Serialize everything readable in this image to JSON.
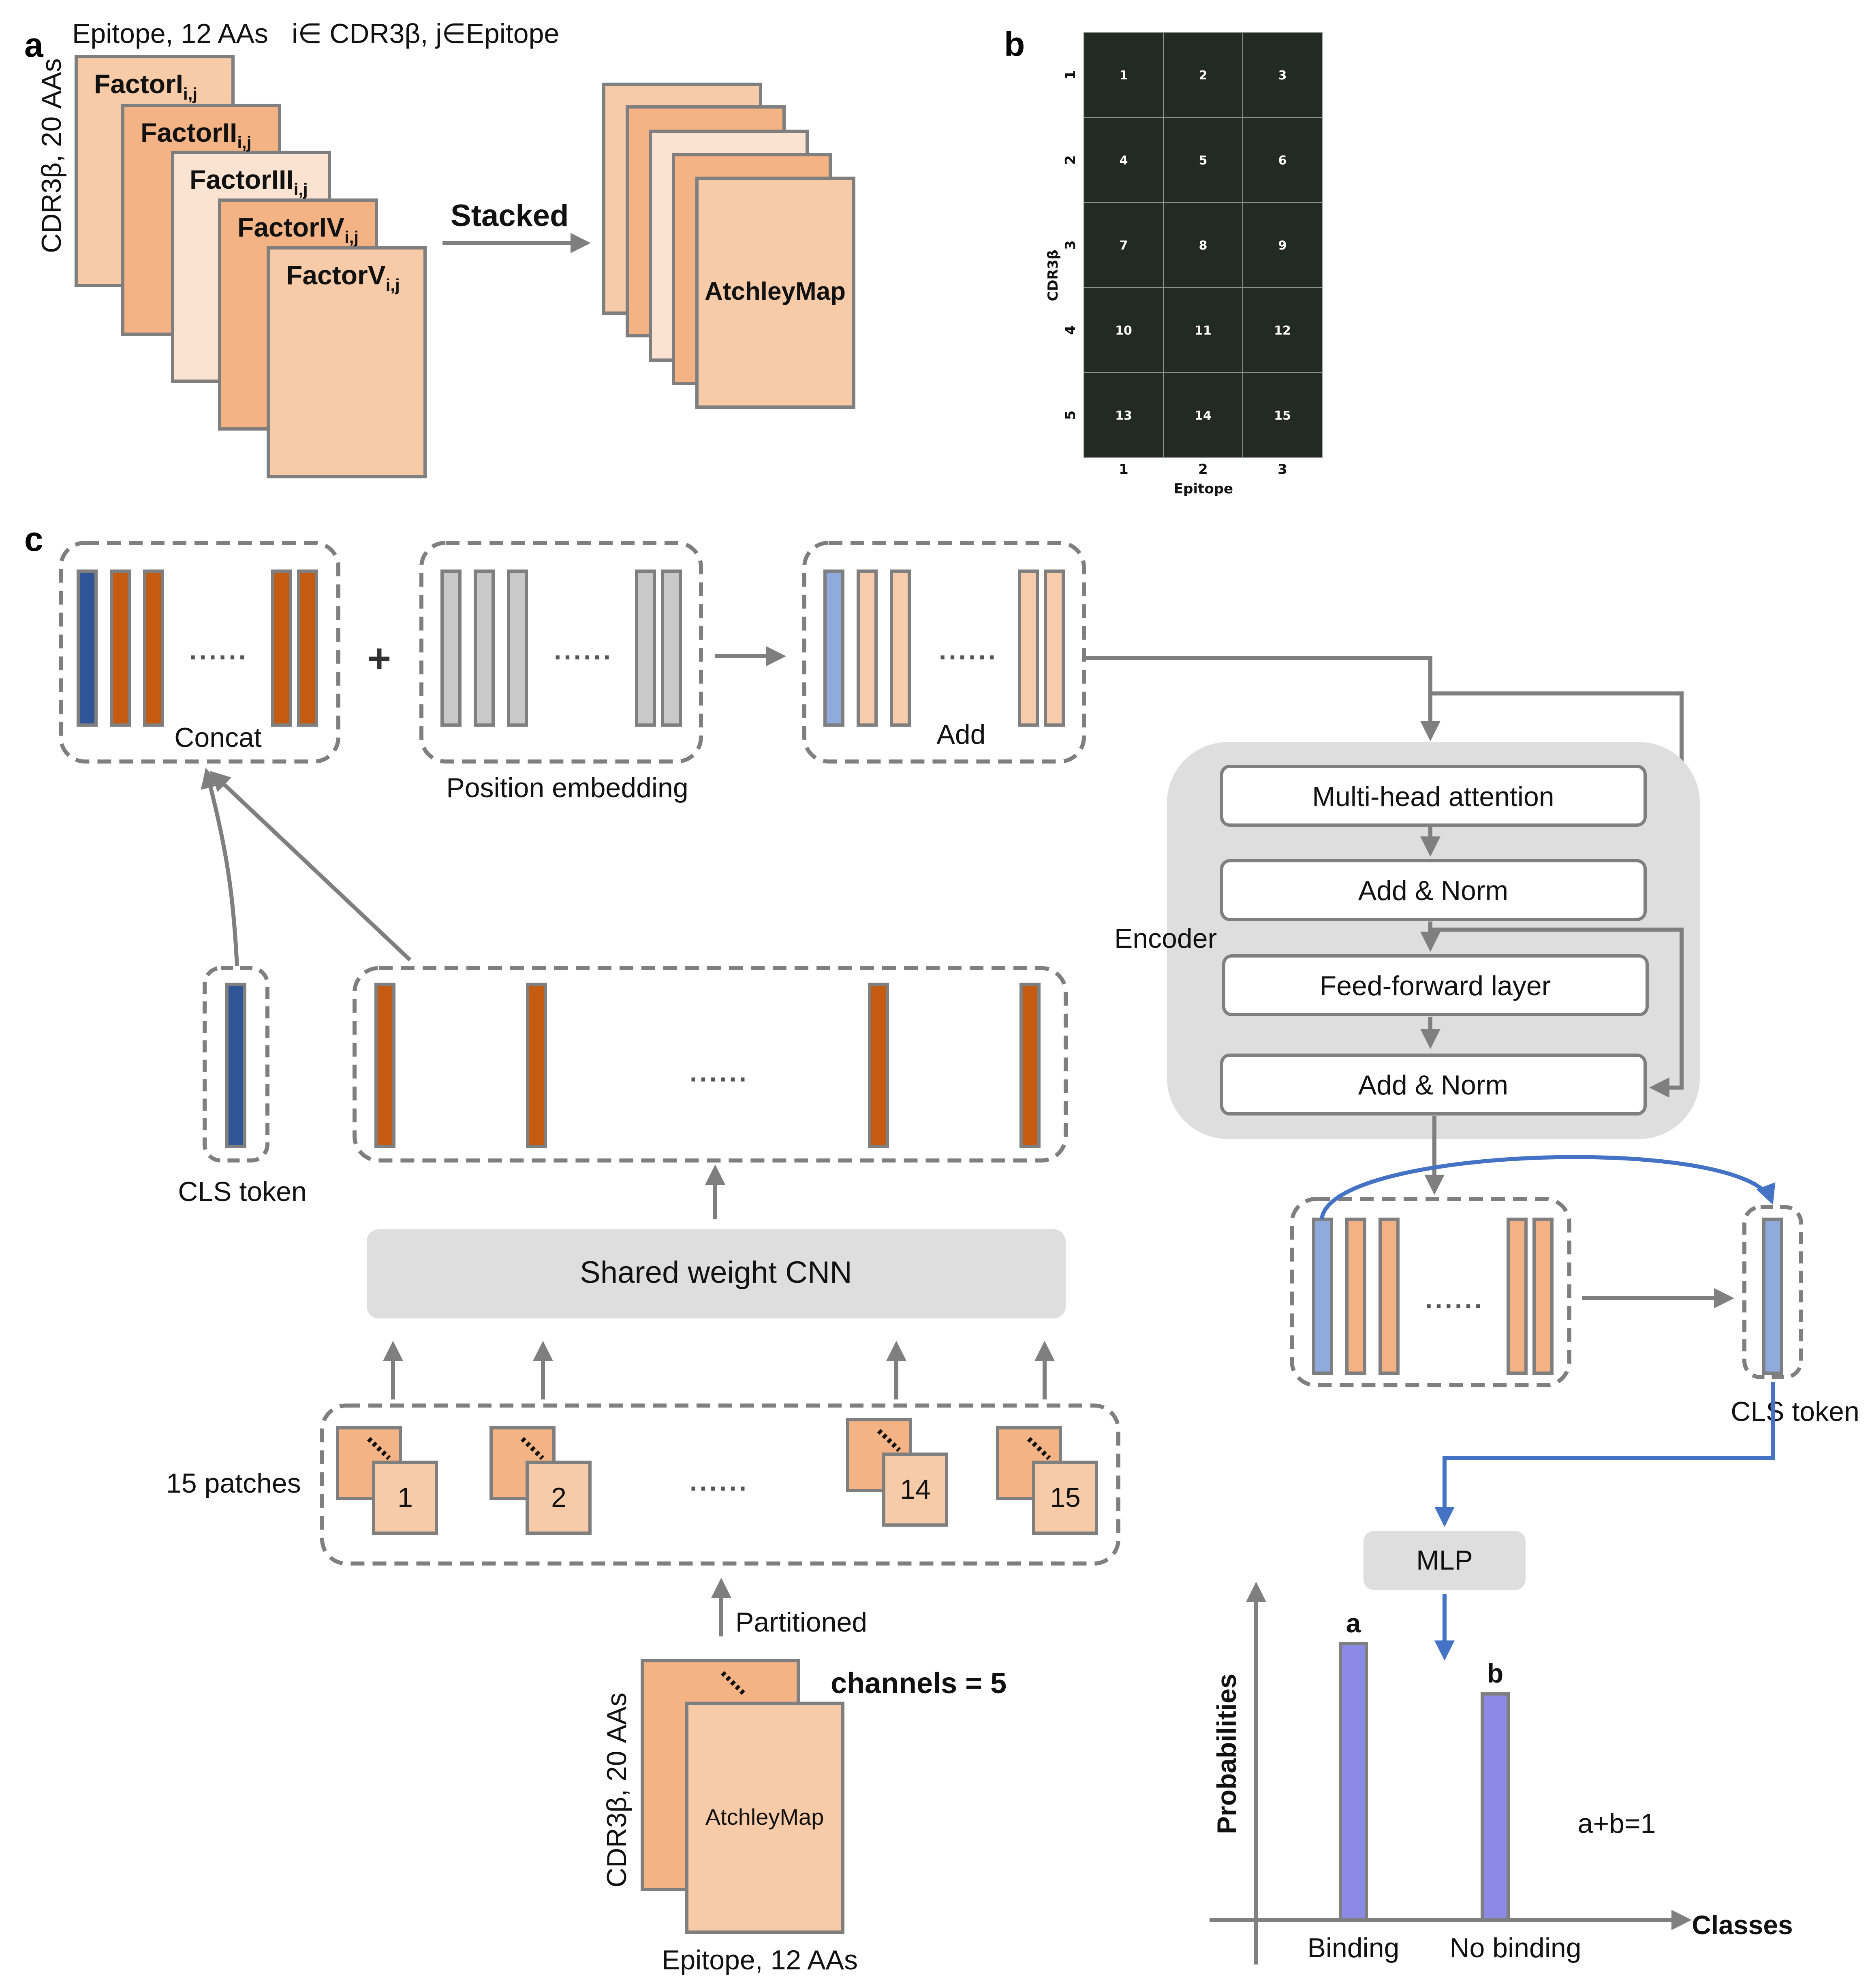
{
  "panels": {
    "a": "a",
    "b": "b",
    "c": "c"
  },
  "panel_a": {
    "top_label_epitope": "Epitope, 12 AAs",
    "top_label_index": "i∈ CDR3β, j∈Epitope",
    "side_label": "CDR3β, 20 AAs",
    "factors": [
      {
        "name": "FactorI",
        "sub": "i,j"
      },
      {
        "name": "FactorII",
        "sub": "i,j"
      },
      {
        "name": "FactorIII",
        "sub": "i,j"
      },
      {
        "name": "FactorIV",
        "sub": "i,j"
      },
      {
        "name": "FactorV",
        "sub": "i,j"
      }
    ],
    "arrow_label": "Stacked",
    "result_label": "AtchleyMap"
  },
  "panel_b": {
    "ylabel": "CDR3β",
    "xlabel": "Epitope",
    "x_ticks": [
      "1",
      "2",
      "3"
    ],
    "y_ticks": [
      "1",
      "2",
      "3",
      "4",
      "5"
    ],
    "cells": [
      "1",
      "2",
      "3",
      "4",
      "5",
      "6",
      "7",
      "8",
      "9",
      "10",
      "11",
      "12",
      "13",
      "14",
      "15"
    ],
    "cell_color": "#232a26"
  },
  "panel_c": {
    "concat_label": "Concat",
    "plus": "+",
    "pos_emb_label": "Position embedding",
    "add_label": "Add",
    "dots": "......",
    "encoder": {
      "label": "Encoder",
      "blocks": [
        "Multi-head attention",
        "Add & Norm",
        "Feed-forward layer",
        "Add & Norm"
      ]
    },
    "cls_token_left": "CLS token",
    "cls_token_right": "CLS token",
    "cnn_label": "Shared weight CNN",
    "patches_label": "15 patches",
    "patch_numbers": [
      "1",
      "2",
      "14",
      "15"
    ],
    "partitioned_label": "Partitioned",
    "channels_label": "channels =  5",
    "input_map_label": "AtchleyMap",
    "input_side_label": "CDR3β, 20 AAs",
    "input_bottom_label": "Epitope, 12 AAs",
    "mlp_label": "MLP",
    "prob_chart": {
      "ylabel": "Probabilities",
      "xlabel": "Classes",
      "bars": [
        {
          "category": "Binding",
          "label": "a",
          "value": 0.55
        },
        {
          "category": "No binding",
          "label": "b",
          "value": 0.45
        }
      ],
      "note": "a+b=1"
    }
  },
  "colors": {
    "orange_dark": "#f3b384",
    "orange_light": "#f8cba8",
    "orange_pale": "#fbe3d2",
    "token_orange": "#c55a11",
    "token_blue": "#2f5597",
    "token_light_blue": "#8faadc",
    "token_light_orange": "#f8cbad",
    "token_med_orange": "#f4b183",
    "gray_token": "#c9c9c9",
    "box_gray": "#dedede",
    "arrow_gray": "#7f7f7f",
    "arrow_blue": "#4472c4",
    "bar_purple": "#8b8be6"
  }
}
